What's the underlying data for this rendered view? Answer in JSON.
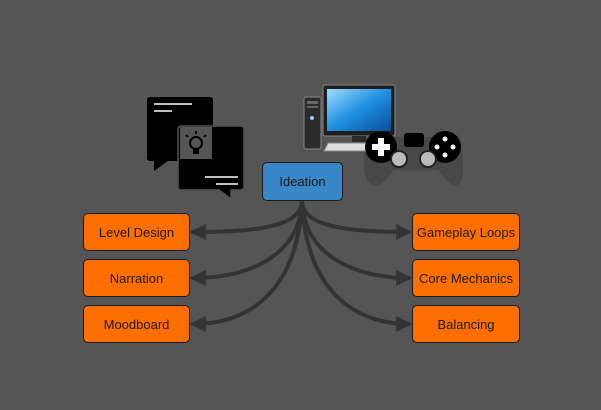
{
  "colors": {
    "background": "#555555",
    "root_fill": "#3A87C8",
    "leaf_fill": "#FF6F00",
    "connector": "#333333"
  },
  "root": {
    "label": "Ideation"
  },
  "left_branches": [
    {
      "label": "Level Design"
    },
    {
      "label": "Narration"
    },
    {
      "label": "Moodboard"
    }
  ],
  "right_branches": [
    {
      "label": "Gameplay Loops"
    },
    {
      "label": "Core Mechanics"
    },
    {
      "label": "Balancing"
    }
  ],
  "icons": [
    "chat-lightbulb-icon",
    "desktop-computer-icon",
    "gamepad-icon"
  ]
}
